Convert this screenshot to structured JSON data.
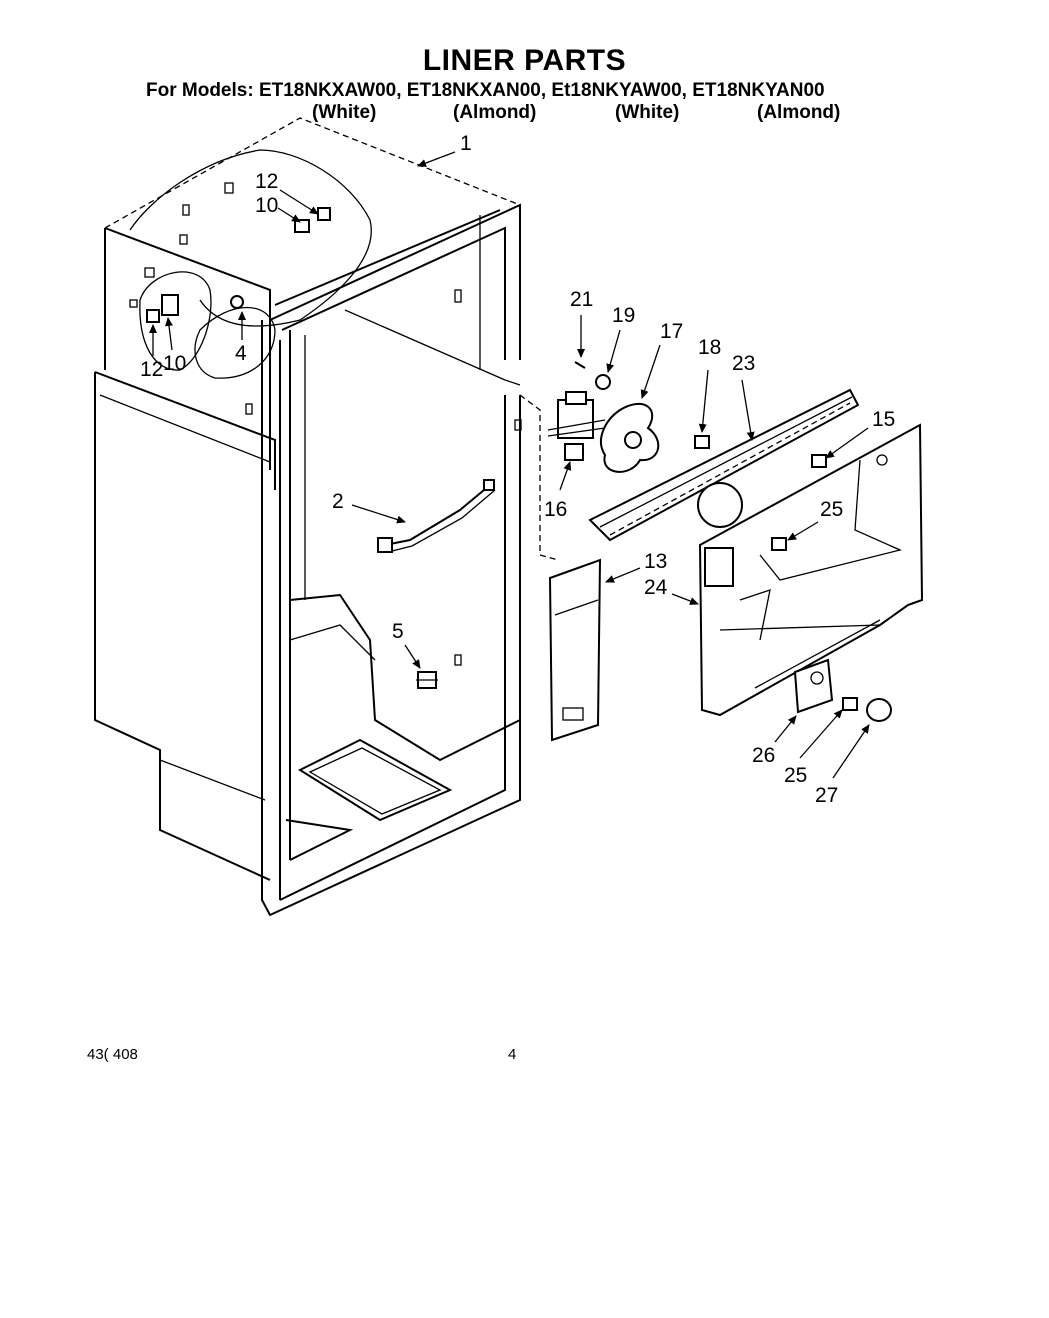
{
  "title": "LINER PARTS",
  "models_line": "For Models: ET18NKXAW00, ET18NKXAN00, Et18NKYAW00, ET18NKYAN00",
  "variants": [
    "(White)",
    "(Almond)",
    "(White)",
    "(Almond)"
  ],
  "callouts": [
    "1",
    "12",
    "10",
    "4",
    "12",
    "10",
    "2",
    "5",
    "21",
    "19",
    "17",
    "18",
    "23",
    "15",
    "16",
    "25",
    "13",
    "24",
    "26",
    "25",
    "27"
  ],
  "footer": {
    "doc_number": "43( 408",
    "page_number": "4"
  }
}
